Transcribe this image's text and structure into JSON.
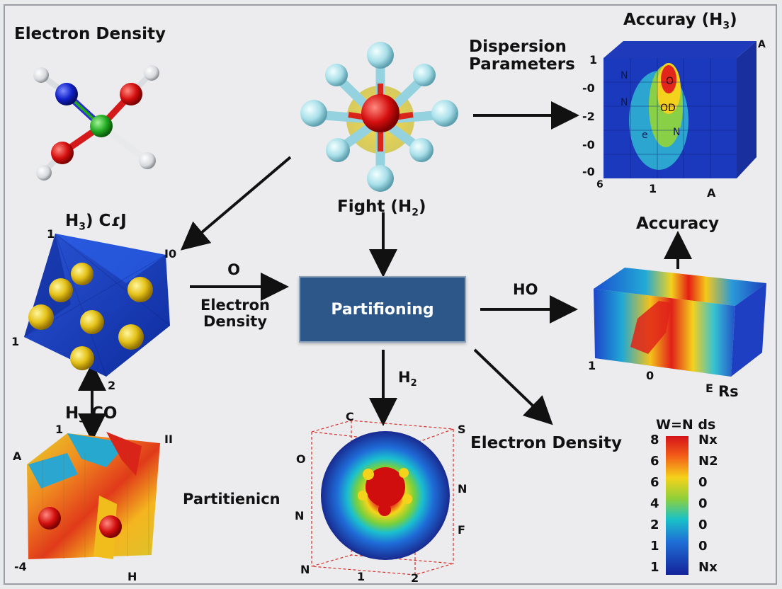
{
  "labels": {
    "electron_density_tl": "Electron Density",
    "dispersion_line1": "Dispersion",
    "dispersion_line2": "Parameters",
    "accuracy_h3_prefix": "Accuray (H",
    "accuracy_h3_sub": "3",
    "accuracy_h3_suffix": ")",
    "fight_prefix": "Fight (H",
    "fight_sub": "2",
    "fight_suffix": ")",
    "h3cj_prefix": "H",
    "h3cj_sub": "3",
    "h3cj_suffix": ") CɾJ",
    "accuracy": "Accuracy",
    "arrow_o": "O",
    "electron_line1": "Electron",
    "density_line2": "Density",
    "partitioning": "Partifioning",
    "ho": "HO",
    "h2_prefix": "H",
    "h2_sub": "2",
    "h3co_prefix": "H",
    "h3co_sub": "3",
    "h3co_suffix": " CO",
    "electron_density_br": "Electron Density",
    "partitienicn": "Partitienicn",
    "rs": "Rs"
  },
  "cube_labels": {
    "tr_y": [
      "1",
      "-0",
      "-2",
      "-0",
      "-0"
    ],
    "tr_bottom_left": "6",
    "tr_bottom_mid": "1",
    "tr_bottom_right": "A",
    "tr_corner": "A",
    "tr_inner": [
      "N",
      "N",
      "O",
      "OD",
      "N",
      "e"
    ],
    "poly_1_top": "1",
    "poly_10": "I0",
    "poly_1_left": "1",
    "poly_2": "2",
    "surf_1": "1",
    "surf_A": "A",
    "surf_II": "II",
    "surf_m4": "-4",
    "surf_H": "H",
    "sphere_C": "C",
    "sphere_S": "S",
    "sphere_O": "O",
    "sphere_N_right": "N",
    "sphere_N_left": "N",
    "sphere_F": "F",
    "sphere_N_bottom": "N",
    "sphere_1": "1",
    "sphere_2": "2",
    "heat_1": "1",
    "heat_0": "0",
    "heat_E": "E"
  },
  "legend": {
    "title": "W=N ds",
    "left_ticks": [
      "8",
      "6",
      "6",
      "4",
      "2",
      "1",
      "1"
    ],
    "right_ticks": [
      "Nx",
      "N2",
      "0",
      "0",
      "0",
      "0",
      "Nx"
    ],
    "colors": [
      "#d4131a",
      "#f5d21a",
      "#19c1c8",
      "#14239a"
    ]
  }
}
